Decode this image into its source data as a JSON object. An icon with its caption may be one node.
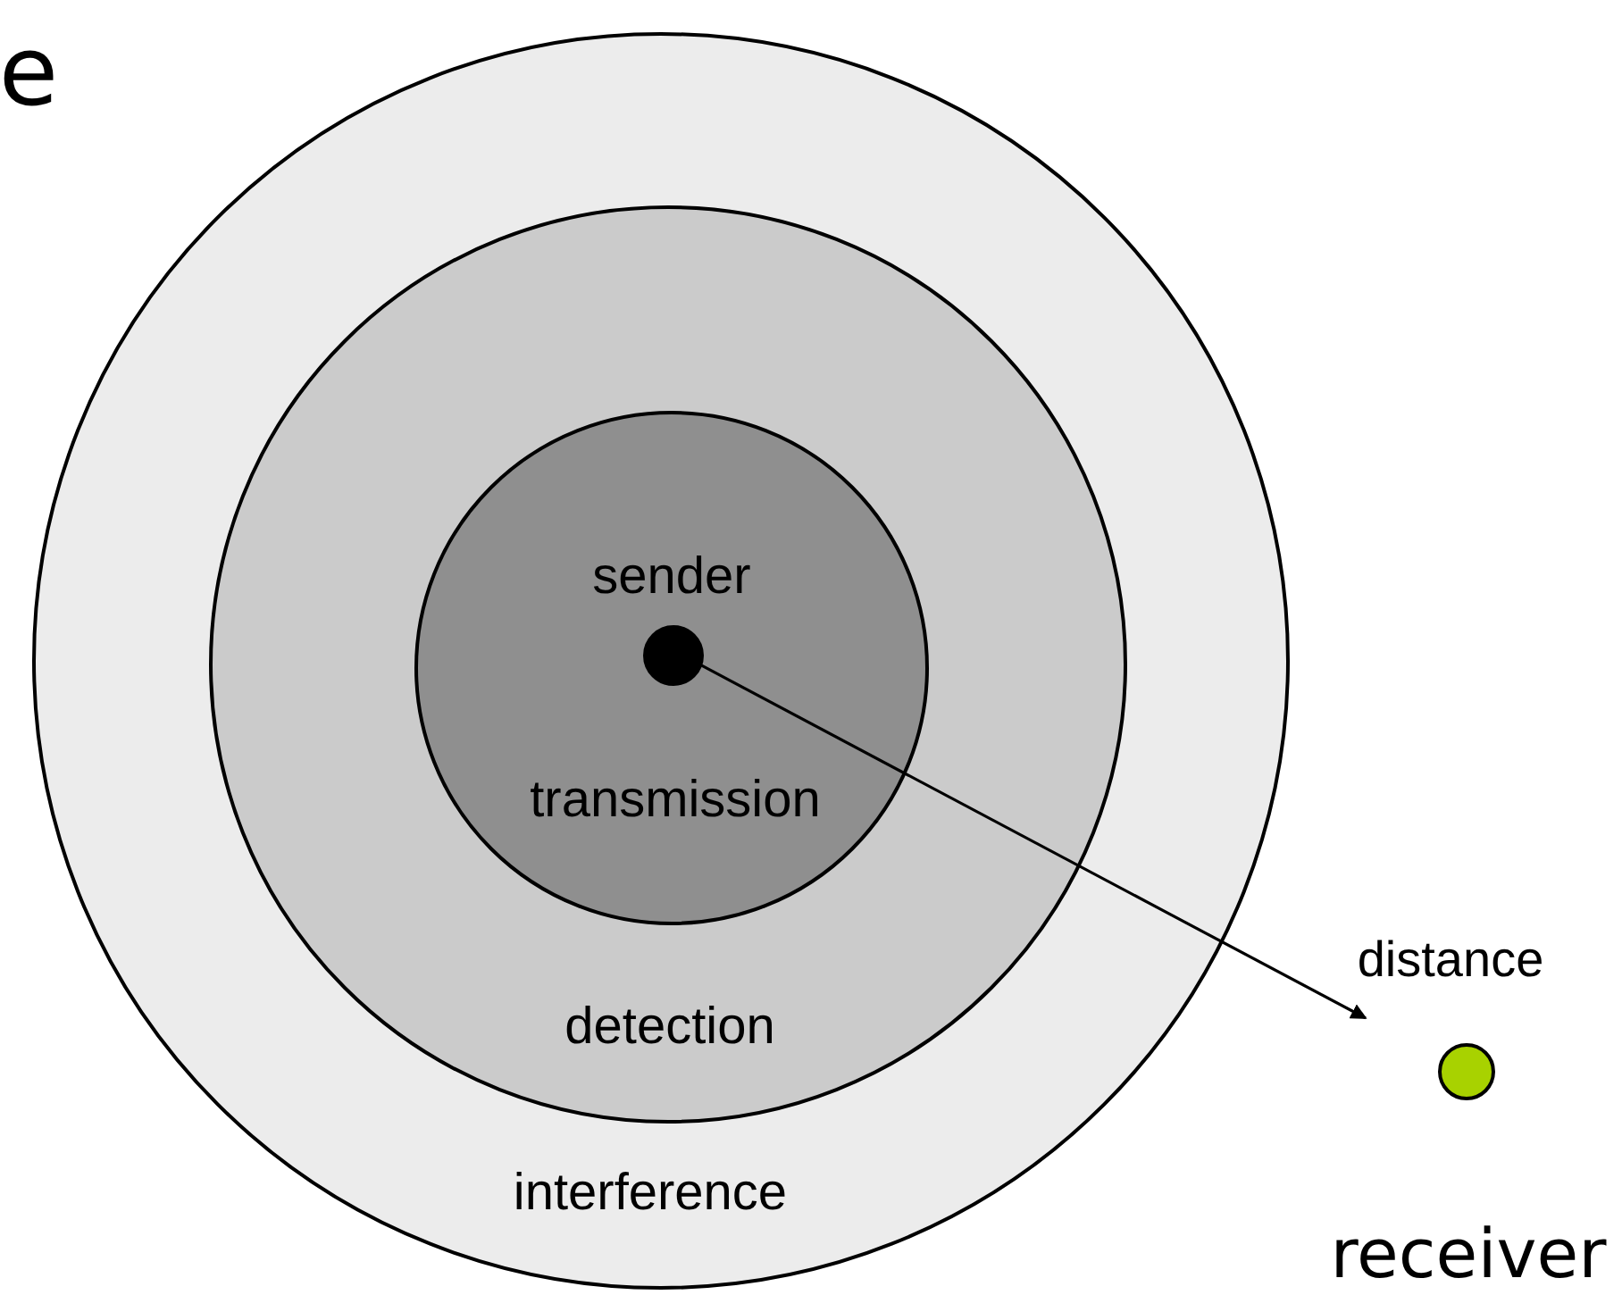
{
  "diagram": {
    "nodes": [
      {
        "text": [
          "interference"
        ]
      },
      {
        "text": [
          "detection"
        ],
        "in": 0
      },
      {
        "text": [
          "transmission"
        ],
        "in": 1
      },
      {
        "text": [],
        "shape": "circle",
        "in": 2,
        "beside": [
          "sender"
        ]
      },
      {
        "text": [],
        "shape": "circle",
        "beside": [
          "receiver"
        ]
      }
    ],
    "edges": [
      {
        "from": 3,
        "to": 4,
        "arrow": "to",
        "label": "distance"
      }
    ],
    "labels": [
      "e"
    ]
  }
}
